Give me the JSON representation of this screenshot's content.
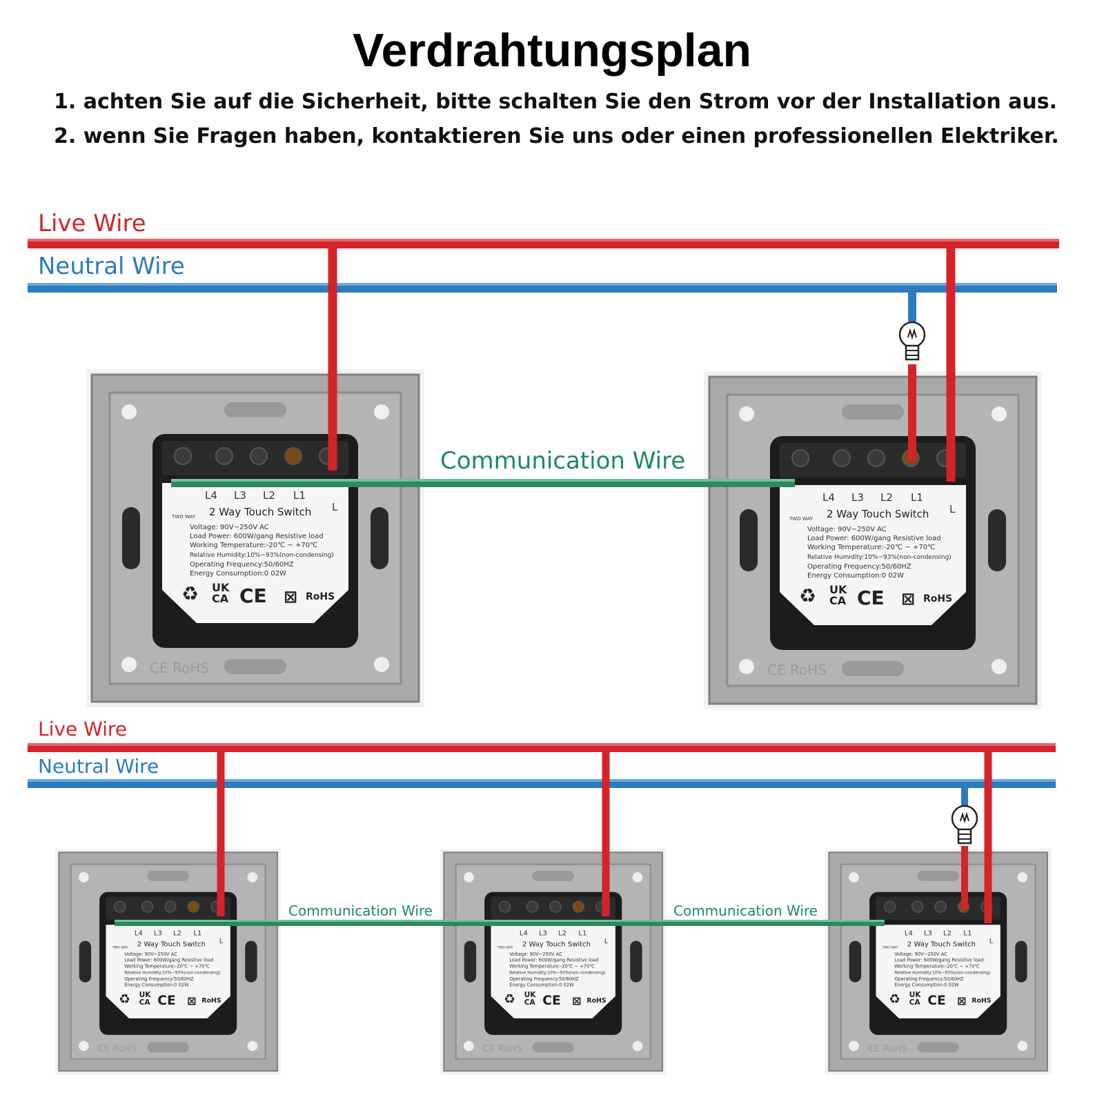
{
  "title": "Verdrahtungsplan",
  "notes": [
    "1. achten Sie auf die Sicherheit, bitte schalten Sie den Strom vor der Installation aus.",
    "2. wenn Sie Fragen haben, kontaktieren Sie uns oder einen professionellen Elektriker."
  ],
  "colors": {
    "live": "#d4242a",
    "neutral": "#2b7bbf",
    "communication": "#1f8a5b"
  },
  "top_section": {
    "live_label": "Live Wire",
    "neutral_label": "Neutral Wire",
    "communication_label": "Communication Wire"
  },
  "bottom_section": {
    "live_label": "Live Wire",
    "neutral_label": "Neutral Wire",
    "communication_labels": [
      "Communication Wire",
      "Communication Wire"
    ]
  },
  "switch": {
    "terminals": [
      "L4",
      "L3",
      "L2",
      "L1",
      "L"
    ],
    "mode": "TWO WAY",
    "name": "2 Way Touch Switch",
    "specs": [
      "Voltage: 90V~250V AC",
      "Load Power: 600W/gang Resistive load",
      "Working Temperature:-20℃ ~ +70℃",
      "Relative Humidity:10%~93%(non-condensing)",
      "Operating Frequency:50/60HZ",
      "Energy Consumption:0 02W"
    ],
    "certifications": [
      "UK CA",
      "CE",
      "RoHS"
    ],
    "frame_marks": "CE RoHS"
  }
}
